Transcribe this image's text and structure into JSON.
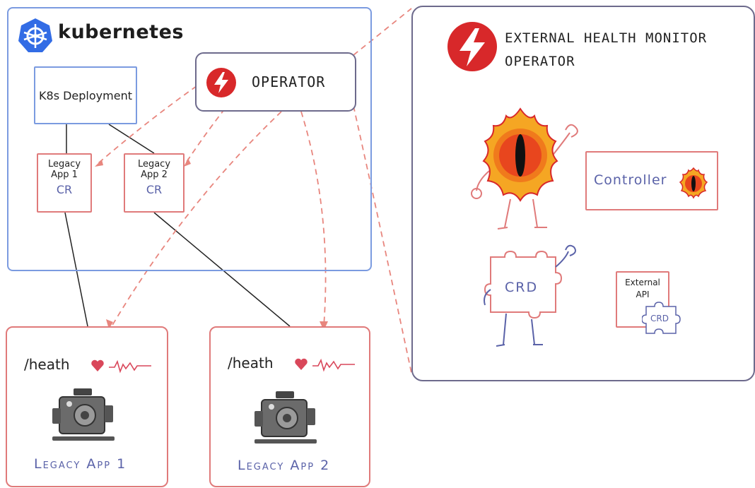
{
  "kubernetes": {
    "title": "kubernetes",
    "deployment_label": "K8s Deployment",
    "operator_label": "OPERATOR",
    "crs": [
      {
        "name_line1": "Legacy",
        "name_line2": "App 1",
        "kind": "CR"
      },
      {
        "name_line1": "Legacy",
        "name_line2": "App 2",
        "kind": "CR"
      }
    ]
  },
  "apps": [
    {
      "health_path": "/heath",
      "name": "Legacy App 1"
    },
    {
      "health_path": "/heath",
      "name": "Legacy App 2"
    }
  ],
  "external_operator": {
    "title_line1": "EXTERNAL HEALTH MONITOR",
    "title_line2": "OPERATOR",
    "controller_label": "Controller",
    "crd_label": "CRD",
    "external_api_line1": "External",
    "external_api_line2": "API",
    "external_api_crd": "CRD"
  },
  "colors": {
    "k8s_blue": "#7b9be0",
    "k8s_logo_blue": "#326ce5",
    "operator_red": "#d8282a",
    "cr_red": "#e07a7a",
    "label_purple": "#5a62a8",
    "operator_border": "#6d6a8c",
    "heart_red": "#d9475a"
  },
  "icons": {
    "k8s_logo": "kubernetes-helm-icon",
    "operator": "lightning-bolt-icon",
    "heart": "heart-icon",
    "pulse": "heartbeat-pulse-icon",
    "engine": "engine-icon",
    "fire_eye": "fire-eye-mascot-icon"
  }
}
